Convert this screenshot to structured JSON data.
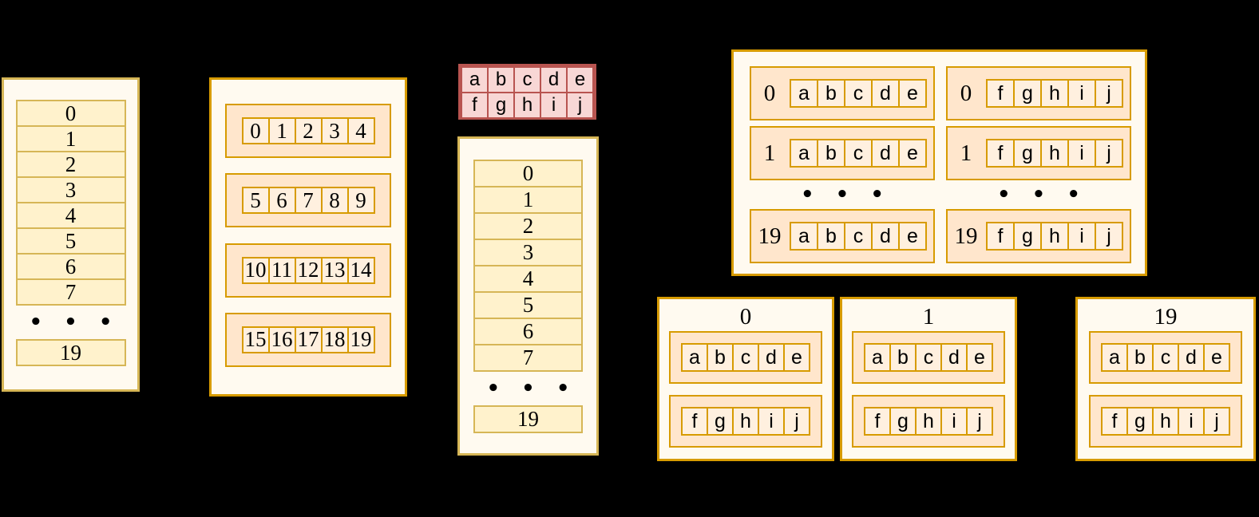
{
  "colors": {
    "background": "#000000",
    "panel_fill": "#FFFAF0",
    "yellow_fill": "#FFF2CC",
    "yellow_border": "#D6B656",
    "orange_fill": "#FFE6CC",
    "orange_cell_fill": "#FFF0DF",
    "orange_border": "#D79B00",
    "pink_fill": "#F8CECC",
    "pink_border": "#B85450",
    "text": "#000000"
  },
  "ellipsis": "• • •",
  "left_stack": {
    "rows": [
      "0",
      "1",
      "2",
      "3",
      "4",
      "5",
      "6",
      "7"
    ],
    "last_row": "19"
  },
  "chunk_stack": {
    "chunks": [
      [
        "0",
        "1",
        "2",
        "3",
        "4"
      ],
      [
        "5",
        "6",
        "7",
        "8",
        "9"
      ],
      [
        "10",
        "11",
        "12",
        "13",
        "14"
      ],
      [
        "15",
        "16",
        "17",
        "18",
        "19"
      ]
    ]
  },
  "pink_table": {
    "rows": [
      [
        "a",
        "b",
        "c",
        "d",
        "e"
      ],
      [
        "f",
        "g",
        "h",
        "i",
        "j"
      ]
    ]
  },
  "middle_stack": {
    "rows": [
      "0",
      "1",
      "2",
      "3",
      "4",
      "5",
      "6",
      "7"
    ],
    "last_row": "19"
  },
  "column_panel": {
    "left_rows": [
      {
        "index": "0",
        "cells": [
          "a",
          "b",
          "c",
          "d",
          "e"
        ]
      },
      {
        "index": "1",
        "cells": [
          "a",
          "b",
          "c",
          "d",
          "e"
        ]
      },
      {
        "index": "19",
        "cells": [
          "a",
          "b",
          "c",
          "d",
          "e"
        ]
      }
    ],
    "right_rows": [
      {
        "index": "0",
        "cells": [
          "f",
          "g",
          "h",
          "i",
          "j"
        ]
      },
      {
        "index": "1",
        "cells": [
          "f",
          "g",
          "h",
          "i",
          "j"
        ]
      },
      {
        "index": "19",
        "cells": [
          "f",
          "g",
          "h",
          "i",
          "j"
        ]
      }
    ]
  },
  "row_group_panels": [
    {
      "title": "0",
      "top_cells": [
        "a",
        "b",
        "c",
        "d",
        "e"
      ],
      "bottom_cells": [
        "f",
        "g",
        "h",
        "i",
        "j"
      ]
    },
    {
      "title": "1",
      "top_cells": [
        "a",
        "b",
        "c",
        "d",
        "e"
      ],
      "bottom_cells": [
        "f",
        "g",
        "h",
        "i",
        "j"
      ]
    },
    {
      "title": "19",
      "top_cells": [
        "a",
        "b",
        "c",
        "d",
        "e"
      ],
      "bottom_cells": [
        "f",
        "g",
        "h",
        "i",
        "j"
      ]
    }
  ]
}
